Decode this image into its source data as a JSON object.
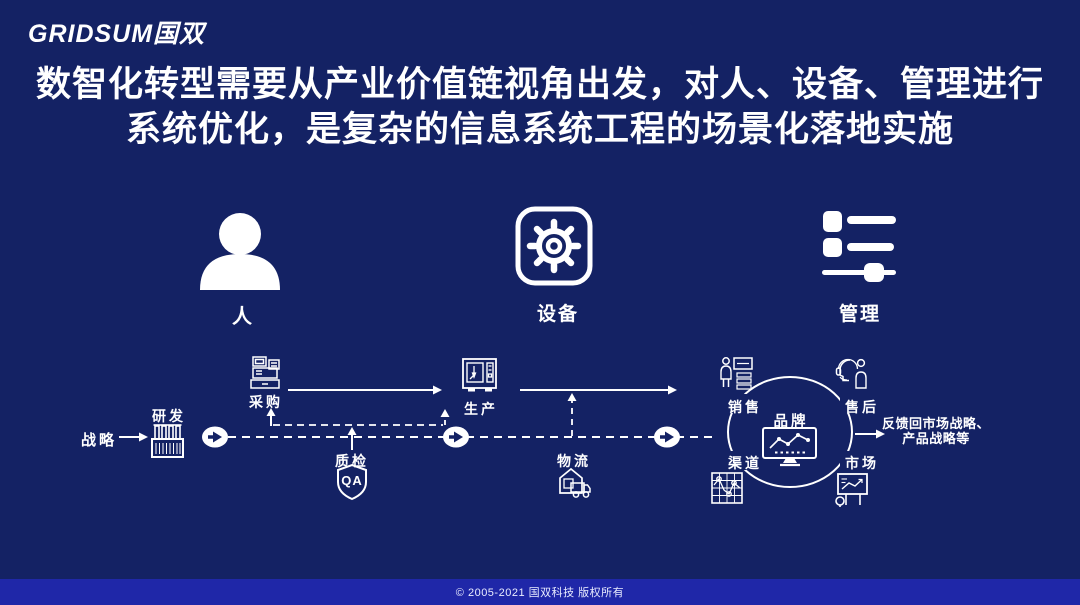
{
  "colors": {
    "background": "#142264",
    "footer_bar": "#1f27a8",
    "foreground": "#ffffff"
  },
  "logo": {
    "text": "GRIDSUM国双"
  },
  "title": {
    "line1": "数智化转型需要从产业价值链视角出发，对人、设备、管理进行",
    "line2": "系统优化，是复杂的信息系统工程的场景化落地实施"
  },
  "pillars": {
    "person": {
      "label": "人",
      "icon": "person-icon"
    },
    "device": {
      "label": "设备",
      "icon": "gear-icon"
    },
    "management": {
      "label": "管理",
      "icon": "sliders-icon"
    }
  },
  "flow": {
    "strategy": {
      "label": "战略"
    },
    "rd": {
      "label": "研发",
      "icon": "test-tubes-icon"
    },
    "procurement": {
      "label": "采购",
      "icon": "cash-register-icon"
    },
    "production": {
      "label": "生产",
      "icon": "machine-icon"
    },
    "quality": {
      "label": "质检",
      "badge": "QA",
      "icon": "qa-shield-icon"
    },
    "logistics": {
      "label": "物流",
      "icon": "warehouse-truck-icon"
    },
    "sales": {
      "label": "销售",
      "icon": "salesperson-icon"
    },
    "brand": {
      "label": "品牌",
      "icon": "monitor-chart-icon"
    },
    "channel": {
      "label": "渠道",
      "icon": "grid-chart-icon"
    },
    "aftersales": {
      "label": "售后",
      "icon": "support-agent-icon"
    },
    "market": {
      "label": "市场",
      "icon": "billboard-chart-icon"
    },
    "feedback": {
      "line1": "反馈回市场战略、",
      "line2": "产品战略等"
    }
  },
  "footer": {
    "copyright": "© 2005-2021 国双科技 版权所有"
  }
}
